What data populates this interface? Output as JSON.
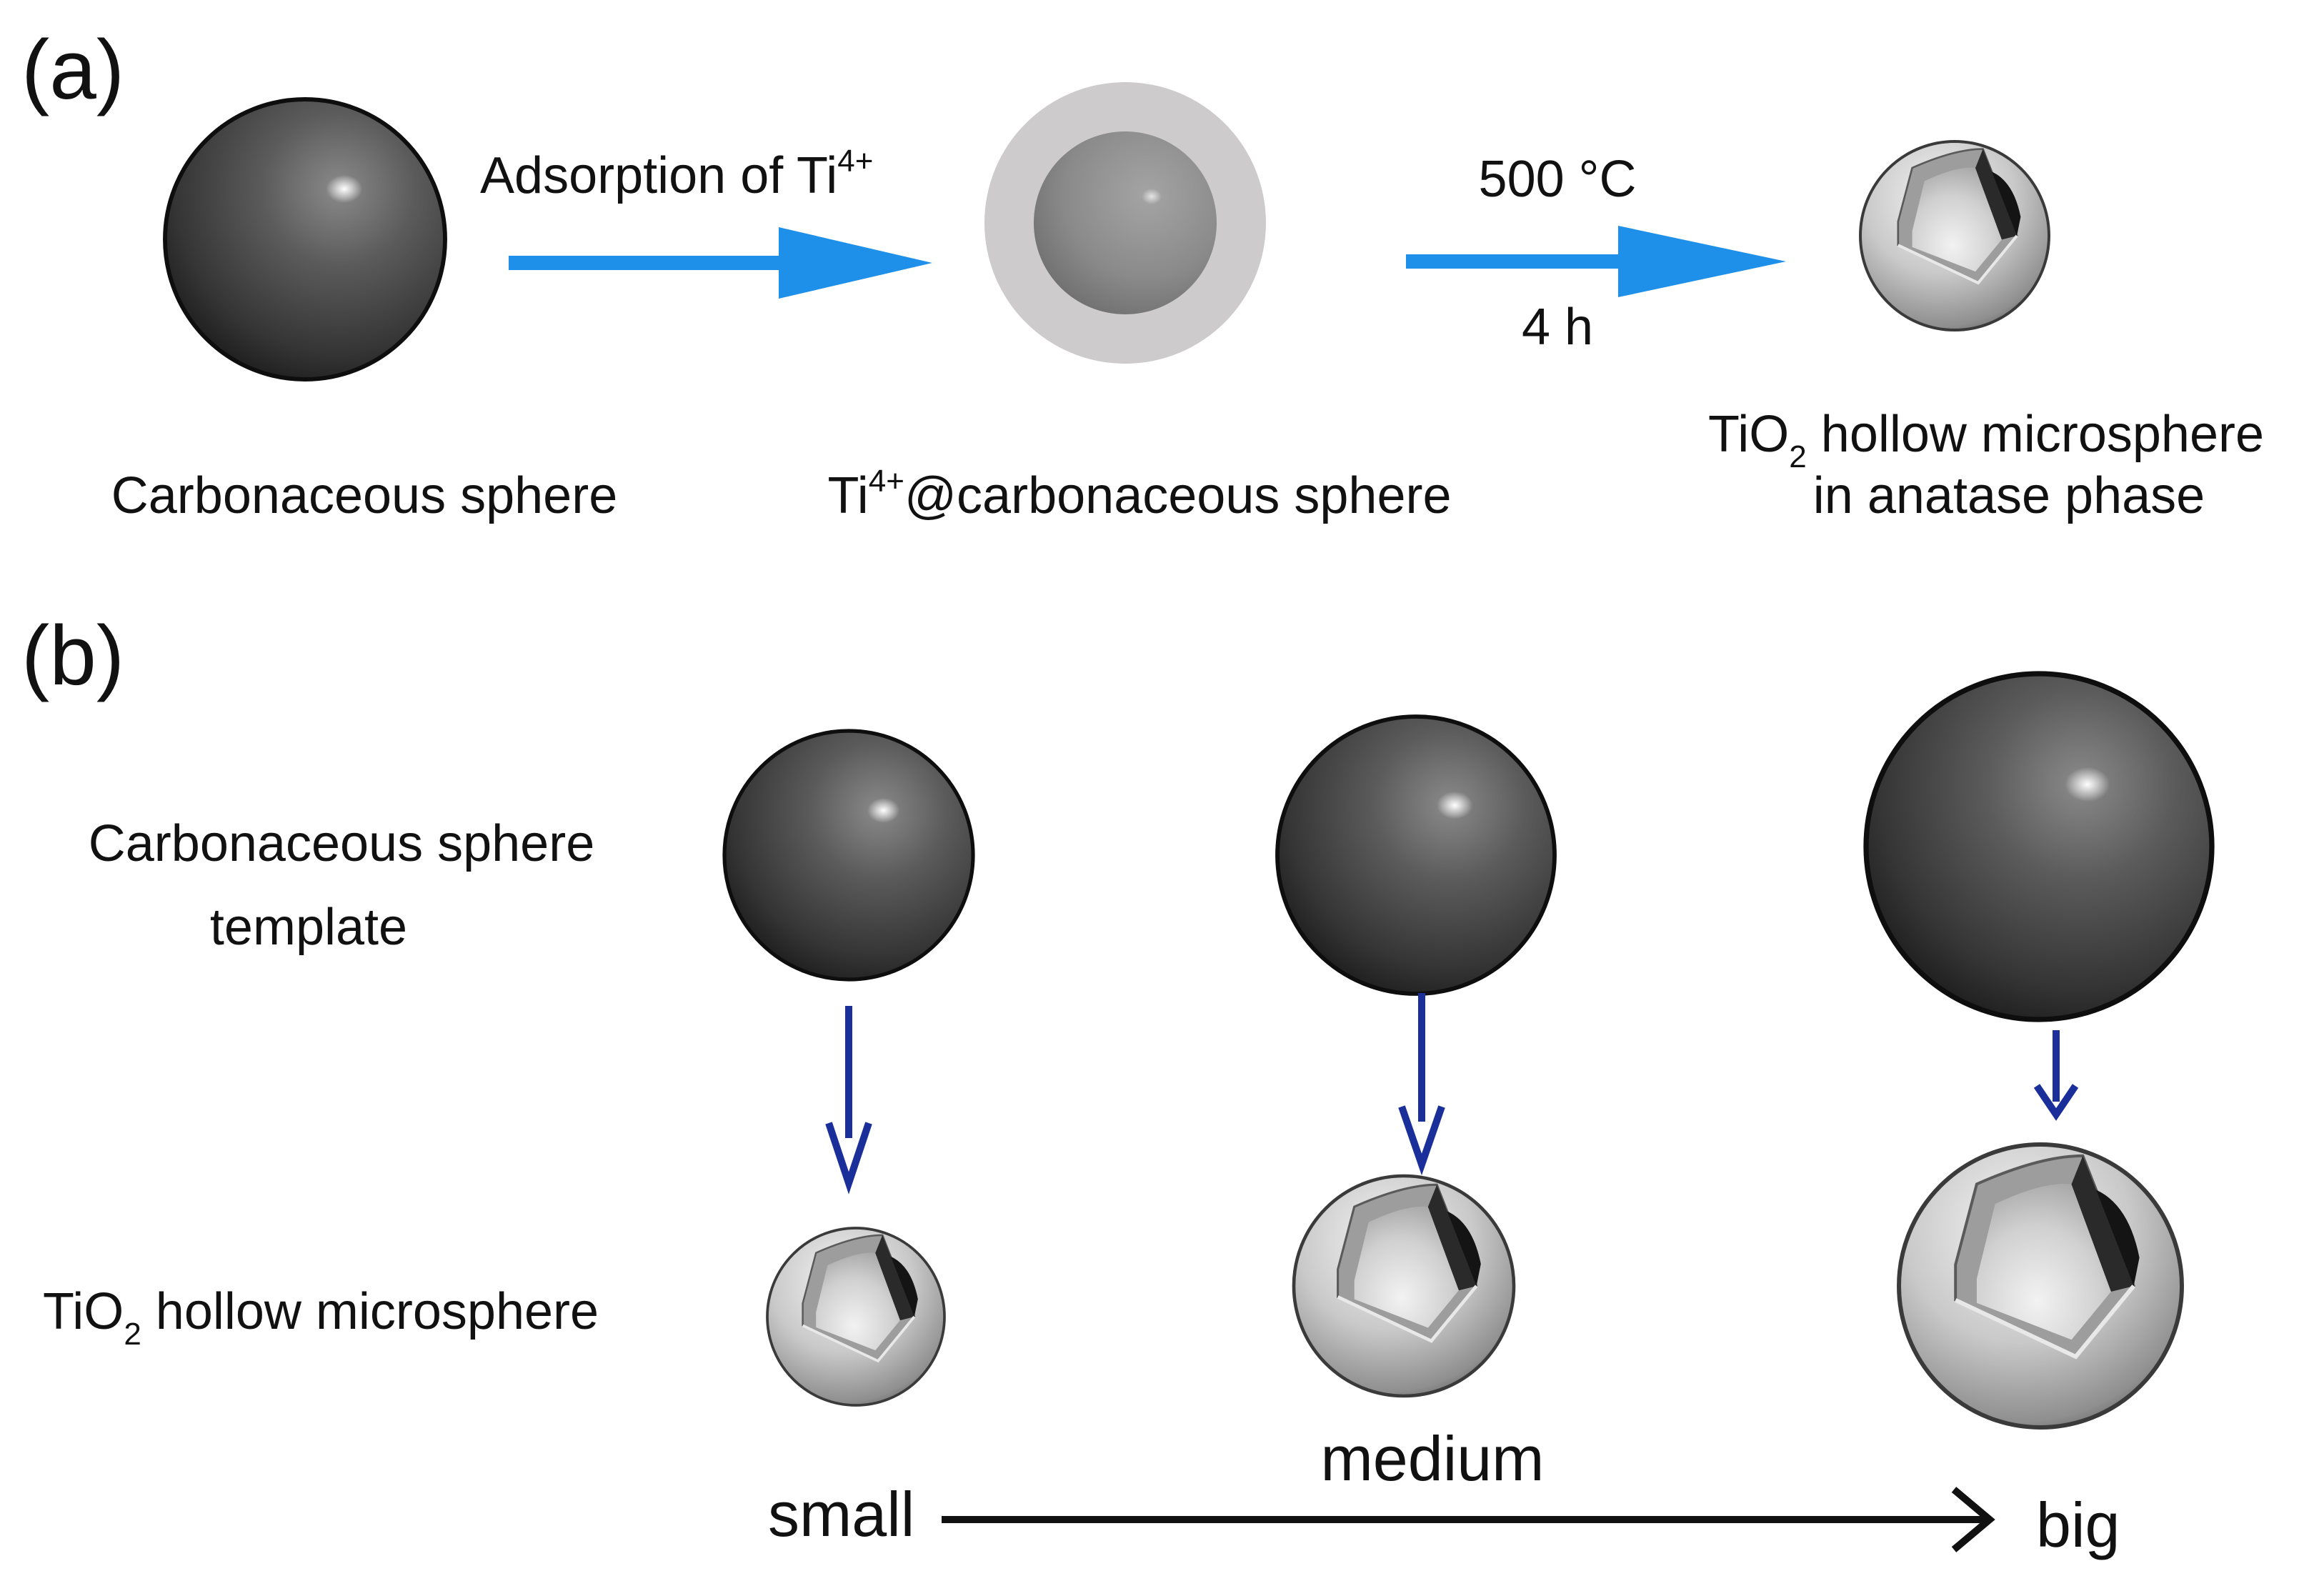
{
  "panel_a": {
    "label": "(a)",
    "step1": {
      "arrow_label_main": "Adsorption of Ti",
      "arrow_label_sup": "4+",
      "arrow_color": "#1e90ea"
    },
    "step2": {
      "arrow_label_top": "500 °C",
      "arrow_label_bottom": "4 h",
      "arrow_color": "#1e90ea"
    },
    "caption_carbon": "Carbonaceous sphere",
    "caption_coated_pre": "Ti",
    "caption_coated_sup": "4+",
    "caption_coated_post": "@carbonaceous sphere",
    "caption_hollow_line1_pre": "TiO",
    "caption_hollow_line1_sub": "2",
    "caption_hollow_line1_post": " hollow microsphere",
    "caption_hollow_line2": "in anatase phase"
  },
  "panel_b": {
    "label": "(b)",
    "row_label_template_line1": "Carbonaceous sphere",
    "row_label_template_line2": "template",
    "row_label_hollow_pre": "TiO",
    "row_label_hollow_sub": "2",
    "row_label_hollow_post": " hollow microsphere",
    "size_small": "small",
    "size_medium": "medium",
    "size_big": "big",
    "down_arrow_color": "#1a2f9a"
  },
  "colors": {
    "carbon_sphere": "#4a4a4a",
    "coating_shell": "#cdcbcc",
    "tio2_shell": "#c8c8c8"
  }
}
